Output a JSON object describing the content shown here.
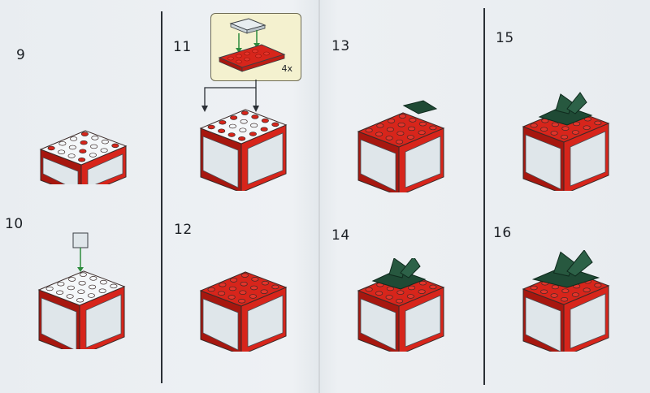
{
  "steps": [
    {
      "number": "9"
    },
    {
      "number": "10"
    },
    {
      "number": "11",
      "callout_quantity": "4x"
    },
    {
      "number": "12"
    },
    {
      "number": "13"
    },
    {
      "number": "14"
    },
    {
      "number": "15"
    },
    {
      "number": "16"
    }
  ],
  "colors": {
    "brick_red": "#d7251b",
    "brick_red_dark": "#a7170f",
    "white_brick": "#dfe6ea",
    "white_stud": "#f4f7f9",
    "dark_green": "#1f4a35",
    "callout_bg": "#f4f1cf",
    "ink": "#1b1f24",
    "guide_green": "#2c8b3d"
  }
}
